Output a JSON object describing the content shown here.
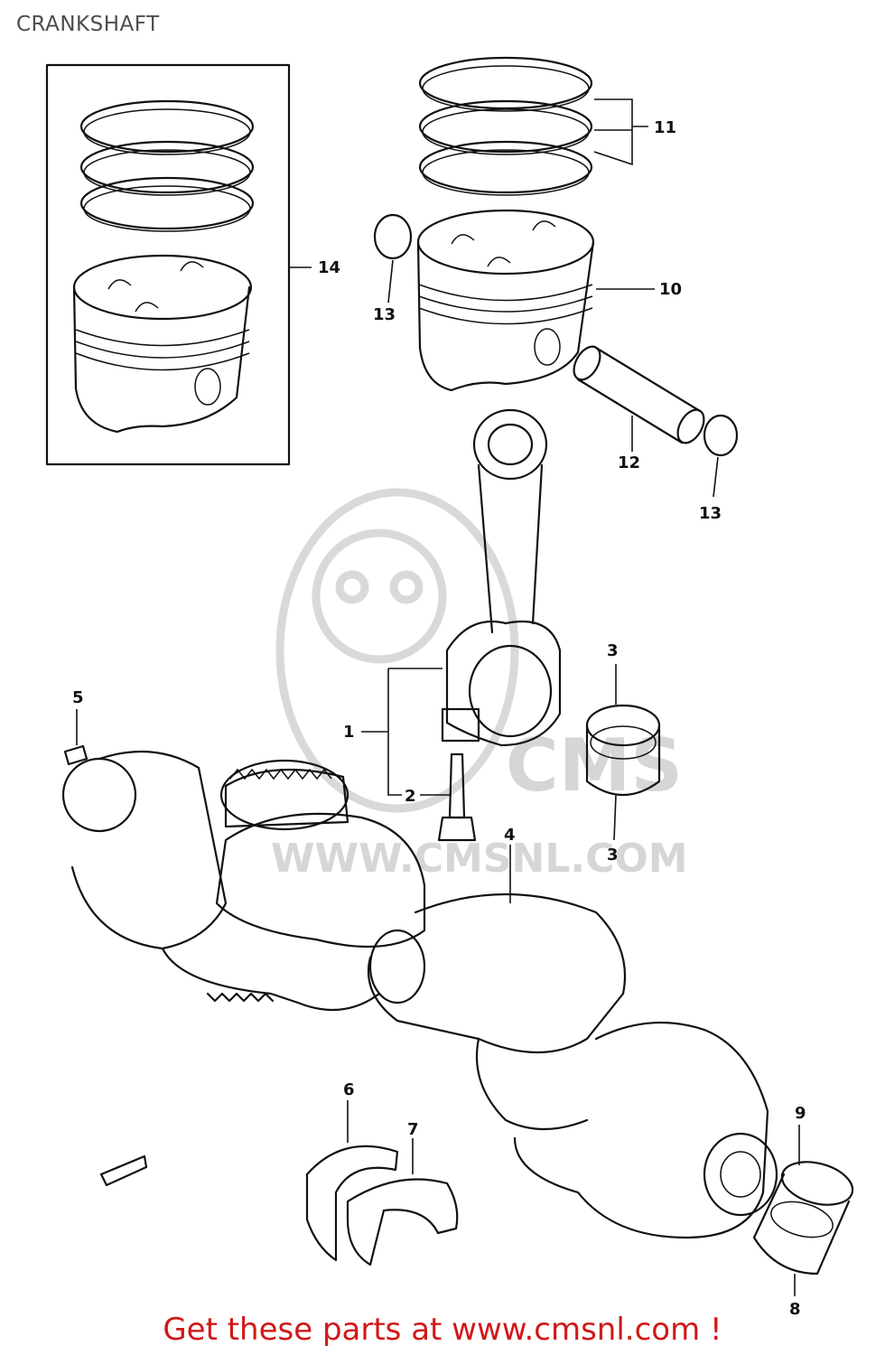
{
  "page": {
    "title": "CRANKSHAFT",
    "footer": "Get these parts at www.cmsnl.com !"
  },
  "watermark": {
    "brand": "CMS",
    "url": "WWW.CMSNL.COM"
  },
  "callouts": {
    "c1": "1",
    "c2": "2",
    "c3a": "3",
    "c3b": "3",
    "c4": "4",
    "c5": "5",
    "c6": "6",
    "c7": "7",
    "c8": "8",
    "c9": "9",
    "c10": "10",
    "c11": "11",
    "c12": "12",
    "c13a": "13",
    "c13b": "13",
    "c14": "14"
  },
  "colors": {
    "title": "#4d4d4d",
    "footer": "#d01818",
    "lineart": "#111111",
    "watermark": "#d9d9d9"
  }
}
